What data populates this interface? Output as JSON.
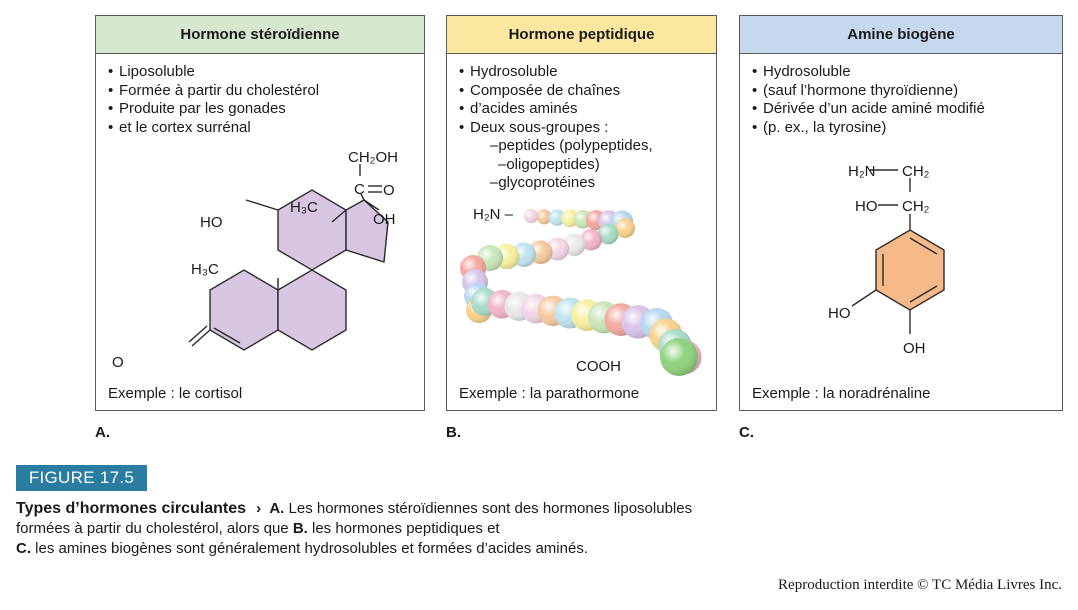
{
  "panels": {
    "a": {
      "title": "Hormone stéroïdienne",
      "bullets": [
        "Liposoluble",
        "Formée à partir du cholestérol",
        "Produite par les gonades",
        "et le cortex surrénal"
      ],
      "example": "Exemple : le cortisol",
      "letter": "A.",
      "labels": {
        "ch2oh": "CH₂OH",
        "co_c": "C",
        "co_o": "O",
        "oh_right": "OH",
        "h3c_top": "H₃C",
        "ho": "HO",
        "h3c_mid": "H₃C",
        "o_left": "O"
      },
      "colors": {
        "ring_fill": "#d8c5e2",
        "header": "#d6e7cf"
      }
    },
    "b": {
      "title": "Hormone peptidique",
      "bullets": [
        "Hydrosoluble",
        "Composée de chaînes",
        "d’acides aminés",
        "Deux sous-groupes :"
      ],
      "sub_bullets": [
        "peptides (polypeptides,",
        "oligopeptides)",
        "glycoprotéines"
      ],
      "example": "Exemple : la parathormone",
      "letter": "B.",
      "labels": {
        "h2n": "H₂N –",
        "cooh": "COOH"
      },
      "colors": {
        "header": "#fbe7a0"
      }
    },
    "c": {
      "title": "Amine biogène",
      "bullets": [
        "Hydrosoluble",
        "(sauf l’hormone thyroïdienne)",
        "Dérivée d’un acide aminé modifié",
        "(p. ex., la tyrosine)"
      ],
      "example": "Exemple : la noradrénaline",
      "letter": "C.",
      "labels": {
        "h2n": "H₂N",
        "ch2_top": "CH₂",
        "ho_chain": "HO",
        "ch2_mid": "CH₂",
        "ho_ring": "HO",
        "oh_bottom": "OH"
      },
      "colors": {
        "ring_fill": "#f6b98a",
        "header": "#c5d8ee"
      }
    }
  },
  "figure_label": "FIGURE 17.5",
  "caption": {
    "title": "Types d’hormones circulantes",
    "arrow": "›",
    "part_a": "A.",
    "text_a": "Les hormones stéroïdiennes sont des hormones liposolubles formées à partir du cholestérol, alors que",
    "part_b": "B.",
    "text_b": "les hormones peptidiques et",
    "part_c": "C.",
    "text_c": "les amines biogènes sont généralement hydrosolubles et formées d’acides aminés."
  },
  "copyright": "Reproduction interdite © TC Média Livres Inc.",
  "colors": {
    "figure_badge": "#2a7ca0"
  }
}
